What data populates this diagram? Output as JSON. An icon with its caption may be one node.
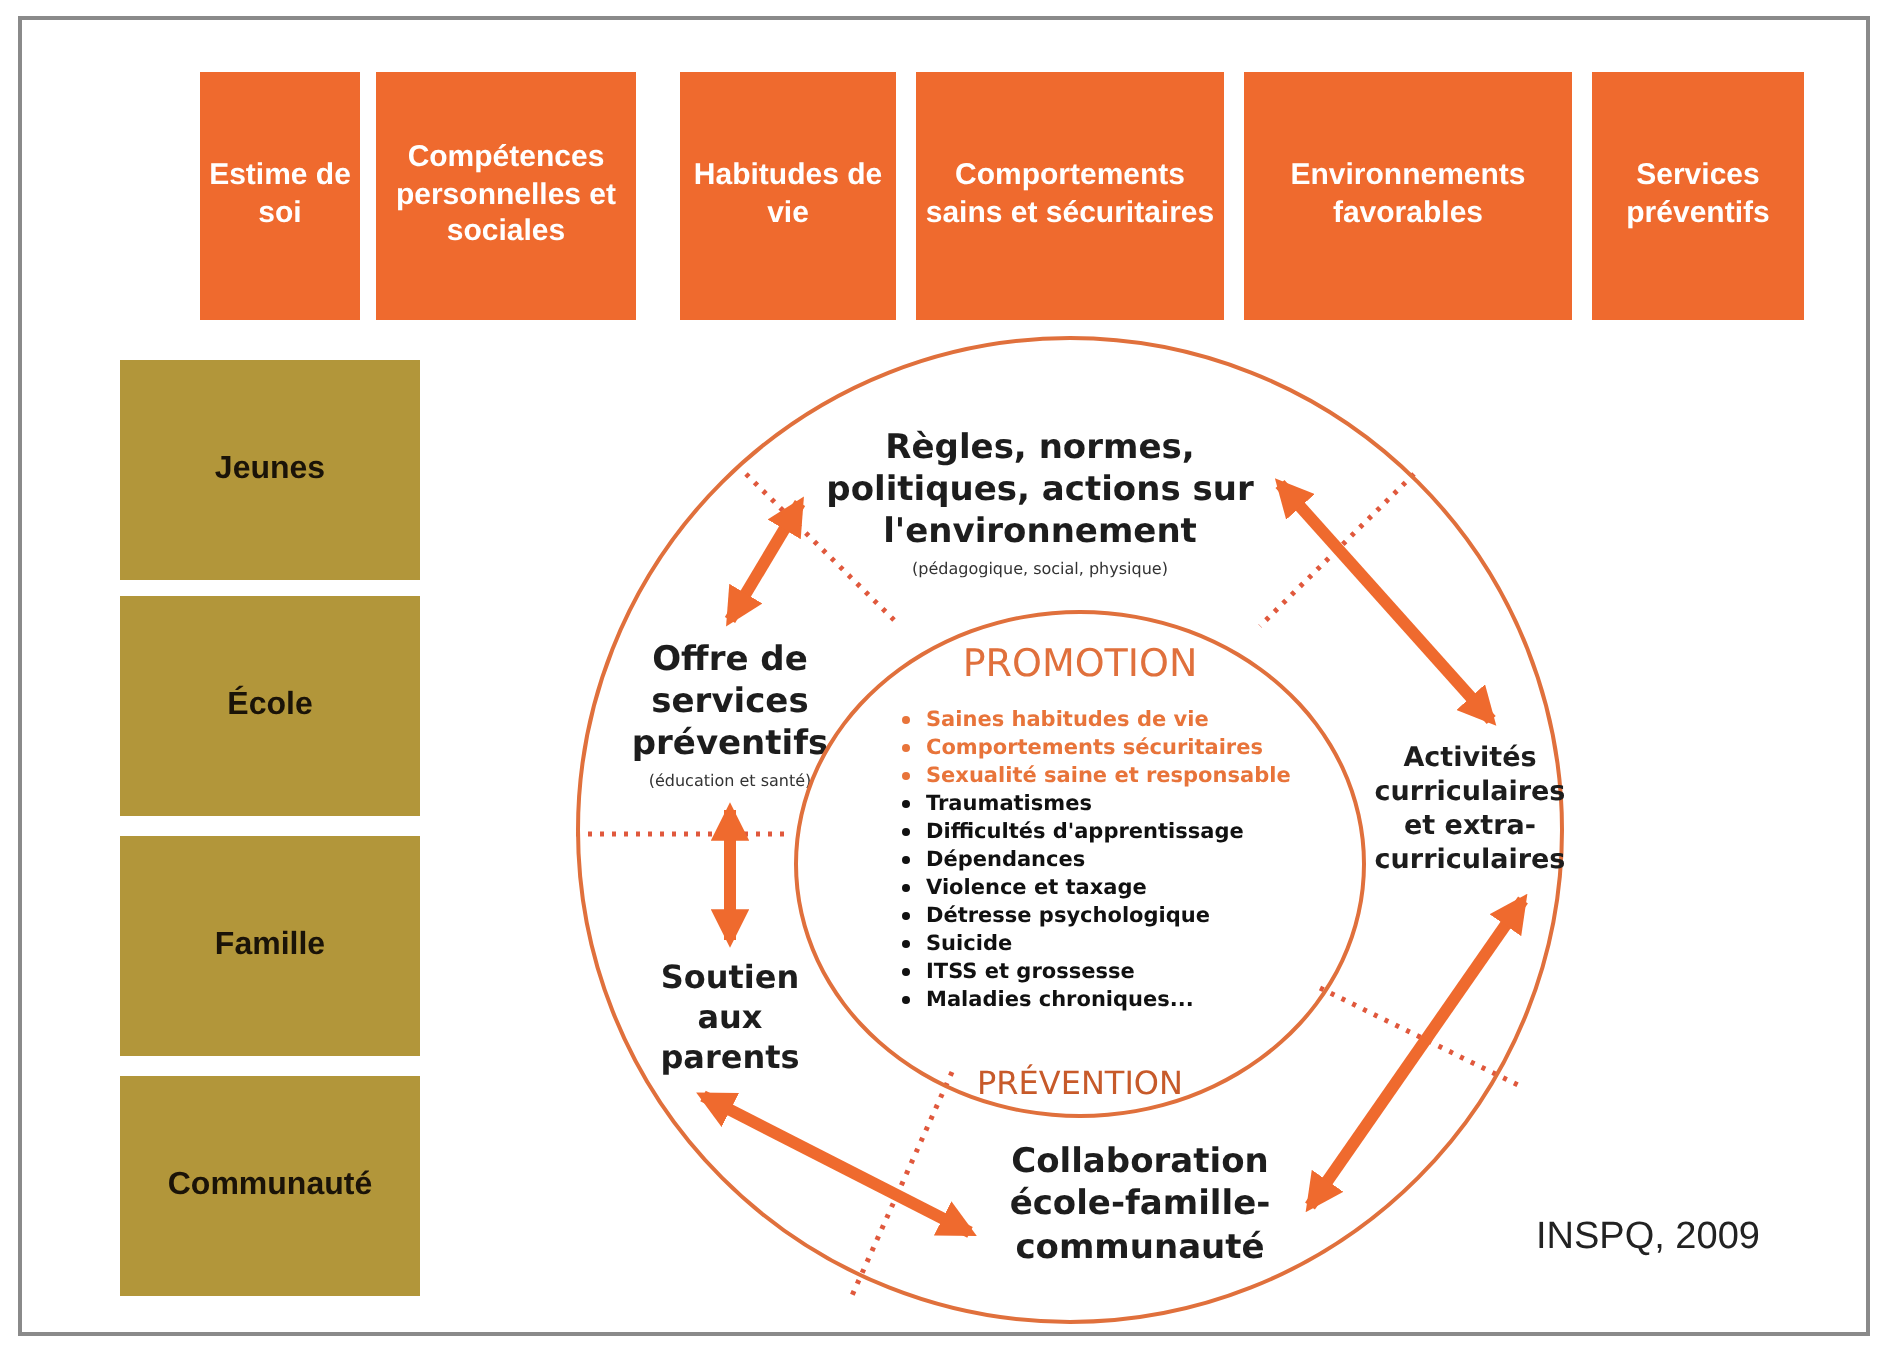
{
  "diagram": {
    "nodes": [
      {
        "text": [
          "Estime de soi"
        ]
      },
      {
        "text": [
          "Compétences personnelles et sociales"
        ]
      },
      {
        "text": [
          "Habitudes de vie"
        ]
      },
      {
        "text": [
          "Comportements sains et sécuritaires"
        ]
      },
      {
        "text": [
          "Environnements favorables"
        ]
      },
      {
        "text": [
          "Services préventifs"
        ]
      },
      {
        "text": [
          "Jeunes"
        ]
      },
      {
        "text": [
          "École"
        ]
      },
      {
        "text": [
          "Famille"
        ]
      },
      {
        "text": [
          "Communauté"
        ]
      },
      {
        "text": [],
        "shape": "circle"
      },
      {
        "text": [
          "Règles, normes, politiques, actions sur l'environnement",
          "(pédagogique, social, physique)"
        ],
        "in": 10
      },
      {
        "text": [
          "Offre de services préventifs",
          "(éducation et santé)"
        ],
        "in": 10
      },
      {
        "text": [
          "Activités curriculaires et extra-curriculaires"
        ],
        "in": 10
      },
      {
        "text": [
          "PROMOTION",
          "Saines habitudes de vie",
          "Comportements sécuritaires",
          "Sexualité saine et responsable",
          "Traumatismes",
          "Difficultés d'apprentissage",
          "Dépendances",
          "Violence et taxage",
          "Détresse psychologique",
          "Suicide",
          "ITSS et grossesse",
          "Maladies chroniques...",
          "PRÉVENTION"
        ],
        "in": 10
      },
      {
        "text": [
          "Soutien aux parents"
        ],
        "in": 10
      },
      {
        "text": [
          "Collaboration école-famille-communauté"
        ],
        "in": 10
      }
    ],
    "edges": [
      {
        "from": 11,
        "to": 12,
        "arrow": "both"
      },
      {
        "from": 11,
        "to": 13,
        "arrow": "both"
      },
      {
        "from": 12,
        "to": 15,
        "arrow": "both"
      },
      {
        "from": 13,
        "to": 16,
        "arrow": "both"
      },
      {
        "from": 15,
        "to": 16,
        "arrow": "both"
      }
    ],
    "labels": [
      "INSPQ, 2009"
    ]
  }
}
